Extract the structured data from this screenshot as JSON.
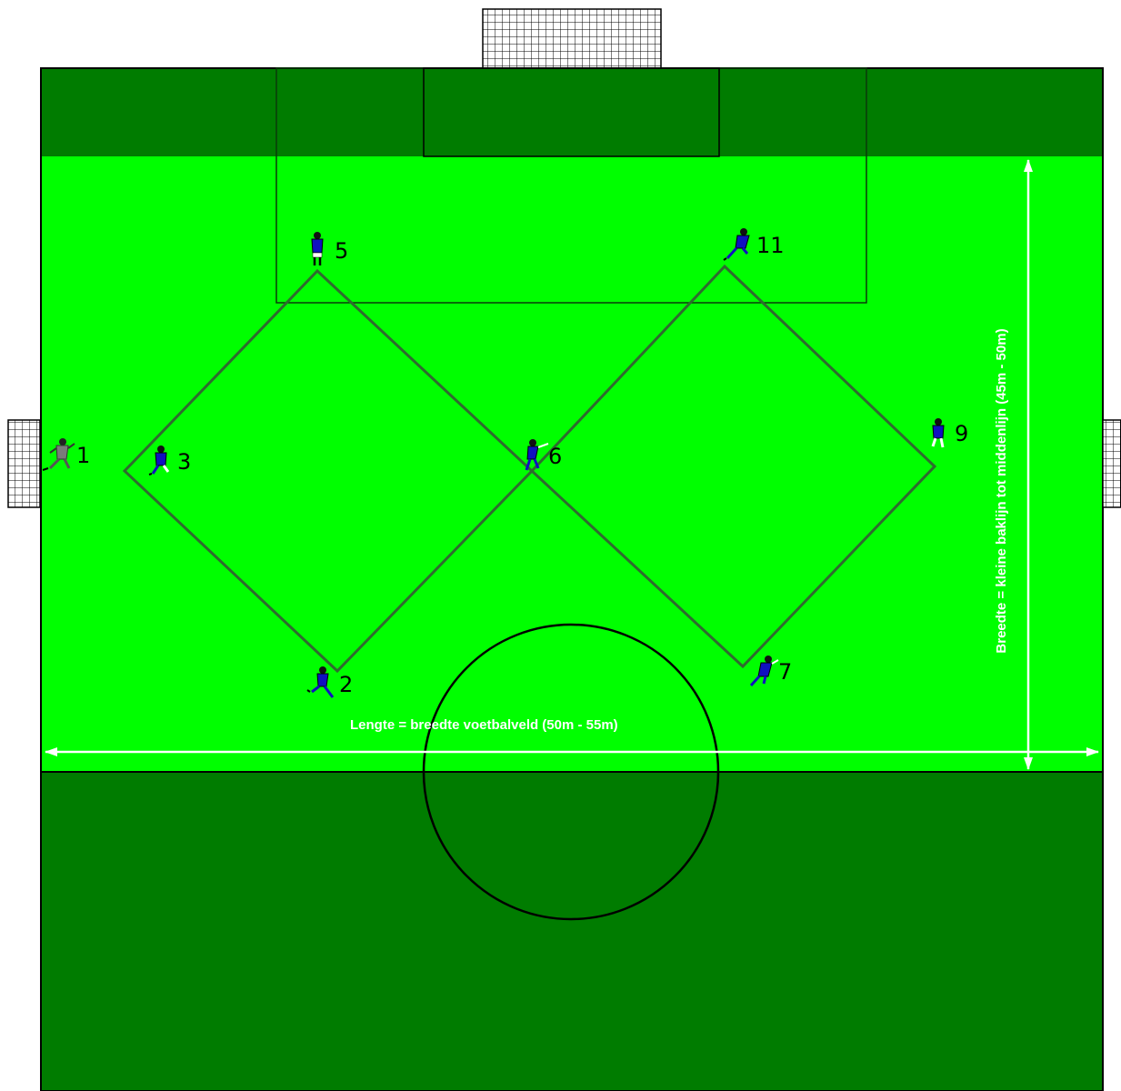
{
  "diagram": {
    "length_label": "Lengte = breedte voetbalveld (50m - 55m)",
    "width_label": "Breedte = kleine baklijn tot middenlijn (45m - 50m)"
  },
  "players": [
    {
      "number": "1",
      "kit": "goalkeeper"
    },
    {
      "number": "2",
      "kit": "blue"
    },
    {
      "number": "3",
      "kit": "blue"
    },
    {
      "number": "5",
      "kit": "blue"
    },
    {
      "number": "6",
      "kit": "blue"
    },
    {
      "number": "7",
      "kit": "blue"
    },
    {
      "number": "9",
      "kit": "blue"
    },
    {
      "number": "11",
      "kit": "blue"
    }
  ],
  "colors": {
    "pitch_light": "#00ff00",
    "pitch_dark": "#007c00",
    "player_kit": "#1010c0",
    "goalkeeper_kit": "#7a7a7a"
  },
  "icons": [
    "goal-net-icon",
    "player-icon",
    "dimension-arrow-icon"
  ]
}
